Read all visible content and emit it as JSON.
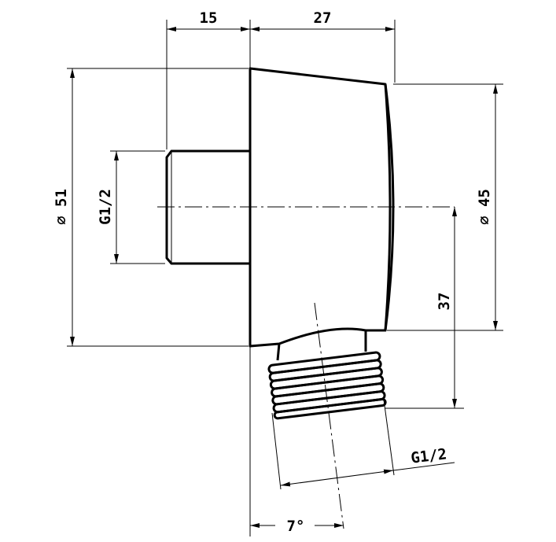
{
  "dimensions": {
    "inlet_length": "15",
    "body_depth": "27",
    "body_diameter": "⌀ 51",
    "inlet_thread": "G1/2",
    "face_diameter": "⌀ 45",
    "outlet_offset": "37",
    "outlet_thread": "G1/2",
    "outlet_angle": "7°"
  },
  "colors": {
    "line": "#000000",
    "background": "#ffffff"
  }
}
